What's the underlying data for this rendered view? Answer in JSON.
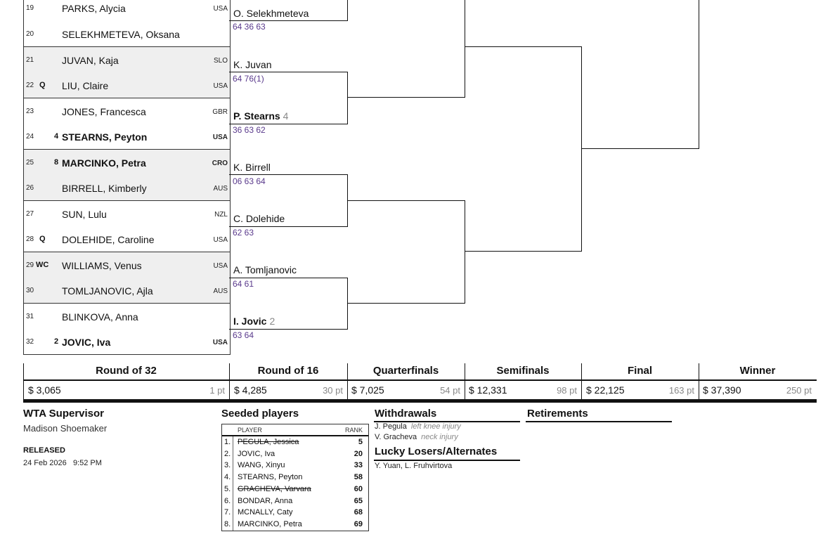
{
  "players": [
    {
      "num": "19",
      "seed": "",
      "name": "PARKS, Alycia",
      "nat": "USA",
      "bold": false
    },
    {
      "num": "20",
      "seed": "",
      "name": "SELEKHMETEVA, Oksana",
      "nat": "",
      "bold": false
    },
    {
      "num": "21",
      "seed": "",
      "name": "JUVAN, Kaja",
      "nat": "SLO",
      "bold": false
    },
    {
      "num": "22",
      "seed": "Q",
      "name": "LIU, Claire",
      "nat": "USA",
      "bold": false
    },
    {
      "num": "23",
      "seed": "",
      "name": "JONES, Francesca",
      "nat": "GBR",
      "bold": false
    },
    {
      "num": "24",
      "seed": "4",
      "name": "STEARNS, Peyton",
      "nat": "USA",
      "bold": true
    },
    {
      "num": "25",
      "seed": "8",
      "name": "MARCINKO, Petra",
      "nat": "CRO",
      "bold": true
    },
    {
      "num": "26",
      "seed": "",
      "name": "BIRRELL, Kimberly",
      "nat": "AUS",
      "bold": false
    },
    {
      "num": "27",
      "seed": "",
      "name": "SUN, Lulu",
      "nat": "NZL",
      "bold": false
    },
    {
      "num": "28",
      "seed": "Q",
      "name": "DOLEHIDE, Caroline",
      "nat": "USA",
      "bold": false
    },
    {
      "num": "29",
      "seed": "WC",
      "name": "WILLIAMS, Venus",
      "nat": "USA",
      "bold": false
    },
    {
      "num": "30",
      "seed": "",
      "name": "TOMLJANOVIC, Ajla",
      "nat": "AUS",
      "bold": false
    },
    {
      "num": "31",
      "seed": "",
      "name": "BLINKOVA, Anna",
      "nat": "",
      "bold": false
    },
    {
      "num": "32",
      "seed": "2",
      "name": "JOVIC, Iva",
      "nat": "USA",
      "bold": true
    }
  ],
  "r16": [
    {
      "name": "O. Selekhmeteva",
      "seed": "",
      "score": "64 36 63",
      "bold": false
    },
    {
      "name": "K. Juvan",
      "seed": "",
      "score": "64 76(1)",
      "bold": false
    },
    {
      "name": "P. Stearns",
      "seed": "4",
      "score": "36 63 62",
      "bold": true
    },
    {
      "name": "K. Birrell",
      "seed": "",
      "score": "06 63 64",
      "bold": false
    },
    {
      "name": "C. Dolehide",
      "seed": "",
      "score": "62 63",
      "bold": false
    },
    {
      "name": "A. Tomljanovic",
      "seed": "",
      "score": "64 61",
      "bold": false
    },
    {
      "name": "I. Jovic",
      "seed": "2",
      "score": "63 64",
      "bold": true
    }
  ],
  "rounds": [
    {
      "label": "Round of 32",
      "prize": "$ 3,065",
      "points": "1 pt"
    },
    {
      "label": "Round of 16",
      "prize": "$ 4,285",
      "points": "30 pt"
    },
    {
      "label": "Quarterfinals",
      "prize": "$ 7,025",
      "points": "54 pt"
    },
    {
      "label": "Semifinals",
      "prize": "$ 12,331",
      "points": "98 pt"
    },
    {
      "label": "Final",
      "prize": "$ 22,125",
      "points": "163 pt"
    },
    {
      "label": "Winner",
      "prize": "$ 37,390",
      "points": "250 pt"
    }
  ],
  "supervisor": {
    "title": "WTA Supervisor",
    "name": "Madison Shoemaker"
  },
  "released": {
    "label": "RELEASED",
    "date": "24 Feb 2026   9:52 PM"
  },
  "seeded": {
    "title": "Seeded players",
    "col_player": "PLAYER",
    "col_rank": "RANK",
    "rows": [
      {
        "n": "1.",
        "name": "PEGULA, Jessica",
        "rank": "5",
        "withdrawn": true
      },
      {
        "n": "2.",
        "name": "JOVIC, Iva",
        "rank": "20",
        "withdrawn": false
      },
      {
        "n": "3.",
        "name": "WANG, Xinyu",
        "rank": "33",
        "withdrawn": false
      },
      {
        "n": "4.",
        "name": "STEARNS, Peyton",
        "rank": "58",
        "withdrawn": false
      },
      {
        "n": "5.",
        "name": "GRACHEVA, Varvara",
        "rank": "60",
        "withdrawn": true
      },
      {
        "n": "6.",
        "name": "BONDAR, Anna",
        "rank": "65",
        "withdrawn": false
      },
      {
        "n": "7.",
        "name": "MCNALLY, Caty",
        "rank": "68",
        "withdrawn": false
      },
      {
        "n": "8.",
        "name": "MARCINKO, Petra",
        "rank": "69",
        "withdrawn": false
      }
    ]
  },
  "withdrawals": {
    "title": "Withdrawals",
    "items": [
      {
        "name": "J. Pegula",
        "reason": "left knee injury"
      },
      {
        "name": "V. Gracheva",
        "reason": "neck injury"
      }
    ]
  },
  "lucky_losers": {
    "title": "Lucky Losers/Alternates",
    "text": "Y. Yuan, L. Fruhvirtova"
  },
  "retirements": {
    "title": "Retirements"
  }
}
